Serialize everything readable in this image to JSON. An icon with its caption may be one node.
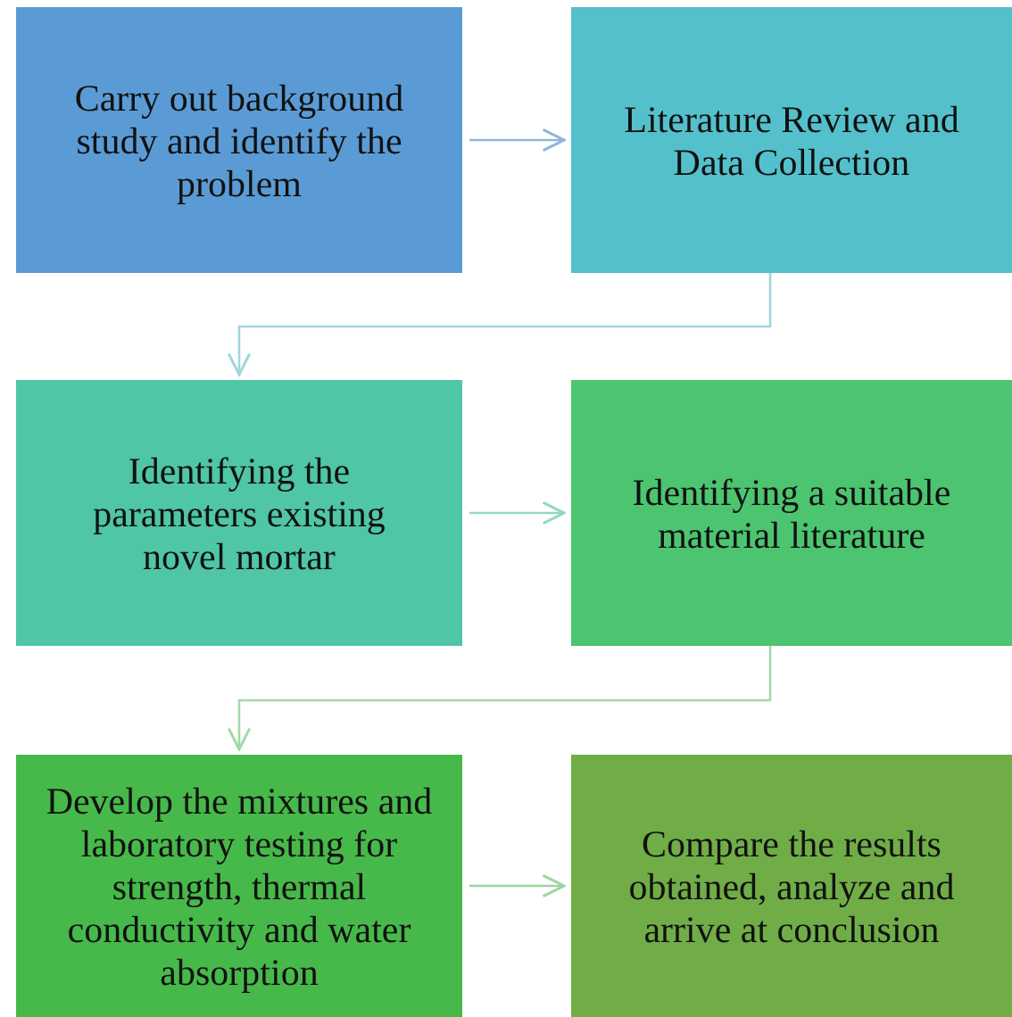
{
  "diagram": {
    "nodes": [
      {
        "text": [
          "Carry out background study and identify the problem"
        ]
      },
      {
        "text": [
          "Literature Review and Data Collection"
        ]
      },
      {
        "text": [
          "Identifying the parameters existing novel mortar"
        ]
      },
      {
        "text": [
          "Identifying a suitable material literature"
        ]
      },
      {
        "text": [
          "Develop the mixtures and laboratory testing for strength, thermal conductivity and water absorption"
        ]
      },
      {
        "text": [
          "Compare the results obtained, analyze and arrive at conclusion"
        ]
      }
    ],
    "edges": [
      {
        "from": 0,
        "to": 1,
        "arrow": "to",
        "color": "#8fb6dc"
      },
      {
        "from": 1,
        "to": 2,
        "arrow": "to",
        "color": "#9fd6dc"
      },
      {
        "from": 2,
        "to": 3,
        "arrow": "to",
        "color": "#94d8bf"
      },
      {
        "from": 3,
        "to": 4,
        "arrow": "to",
        "color": "#a3d8a8"
      },
      {
        "from": 4,
        "to": 5,
        "arrow": "to",
        "color": "#9fd49f"
      }
    ]
  }
}
